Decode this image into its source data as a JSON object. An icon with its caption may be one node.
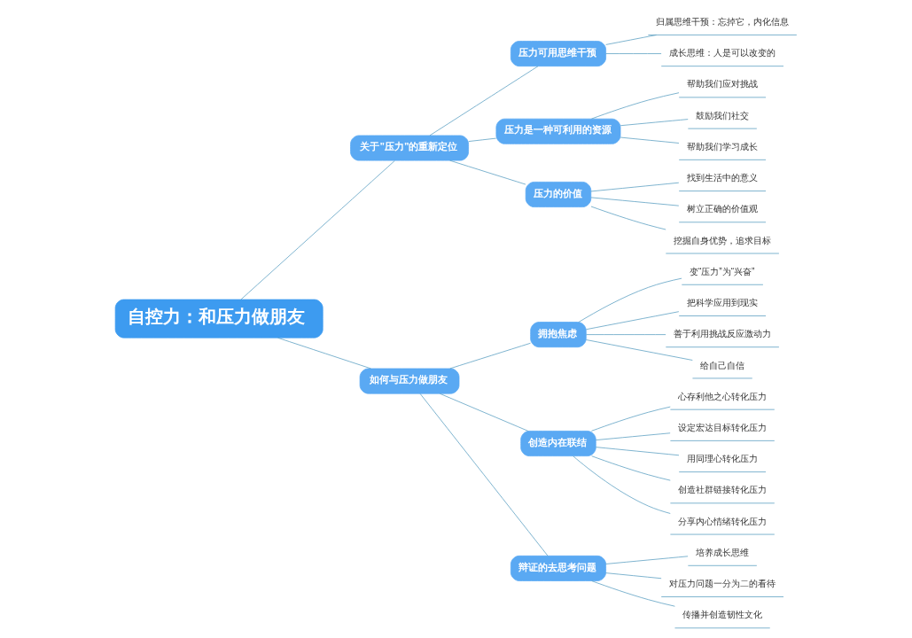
{
  "diagram": {
    "nodes": [
      {
        "text": [
          "自控力：和压力做朋友"
        ]
      },
      {
        "text": [
          "关于”压力”的重新定位"
        ]
      },
      {
        "text": [
          "压力可用思维干预"
        ]
      },
      {
        "text": [
          "归属思维干预：忘掉它，内化信息"
        ]
      },
      {
        "text": [
          "成长思维：人是可以改变的"
        ]
      },
      {
        "text": [
          "压力是一种可利用的资源"
        ]
      },
      {
        "text": [
          "帮助我们应对挑战"
        ]
      },
      {
        "text": [
          "鼓励我们社交"
        ]
      },
      {
        "text": [
          "帮助我们学习成长"
        ]
      },
      {
        "text": [
          "压力的价值"
        ]
      },
      {
        "text": [
          "找到生活中的意义"
        ]
      },
      {
        "text": [
          "树立正确的价值观"
        ]
      },
      {
        "text": [
          "挖掘自身优势，追求目标"
        ]
      },
      {
        "text": [
          "如何与压力做朋友"
        ]
      },
      {
        "text": [
          "拥抱焦虑"
        ]
      },
      {
        "text": [
          "变“压力”为“兴奋”"
        ]
      },
      {
        "text": [
          "把科学应用到现实"
        ]
      },
      {
        "text": [
          "善于利用挑战反应激动力"
        ]
      },
      {
        "text": [
          "给自己自信"
        ]
      },
      {
        "text": [
          "创造内在联结"
        ]
      },
      {
        "text": [
          "心存利他之心转化压力"
        ]
      },
      {
        "text": [
          "设定宏达目标转化压力"
        ]
      },
      {
        "text": [
          "用同理心转化压力"
        ]
      },
      {
        "text": [
          "创造社群链接转化压力"
        ]
      },
      {
        "text": [
          "分享内心情绪转化压力"
        ]
      },
      {
        "text": [
          "辩证的去思考问题"
        ]
      },
      {
        "text": [
          "培养成长思维"
        ]
      },
      {
        "text": [
          "对压力问题一分为二的看待"
        ]
      },
      {
        "text": [
          "传播并创造韧性文化"
        ]
      }
    ],
    "edges": [
      {
        "from": 0,
        "to": 1,
        "arrow": "none"
      },
      {
        "from": 1,
        "to": 2,
        "arrow": "none"
      },
      {
        "from": 2,
        "to": 3,
        "arrow": "none"
      },
      {
        "from": 2,
        "to": 4,
        "arrow": "none"
      },
      {
        "from": 1,
        "to": 5,
        "arrow": "none"
      },
      {
        "from": 5,
        "to": 6,
        "arrow": "none"
      },
      {
        "from": 5,
        "to": 7,
        "arrow": "none"
      },
      {
        "from": 5,
        "to": 8,
        "arrow": "none"
      },
      {
        "from": 1,
        "to": 9,
        "arrow": "none"
      },
      {
        "from": 9,
        "to": 10,
        "arrow": "none"
      },
      {
        "from": 9,
        "to": 11,
        "arrow": "none"
      },
      {
        "from": 9,
        "to": 12,
        "arrow": "none"
      },
      {
        "from": 0,
        "to": 13,
        "arrow": "none"
      },
      {
        "from": 13,
        "to": 14,
        "arrow": "none"
      },
      {
        "from": 14,
        "to": 15,
        "arrow": "none"
      },
      {
        "from": 14,
        "to": 16,
        "arrow": "none"
      },
      {
        "from": 14,
        "to": 17,
        "arrow": "none"
      },
      {
        "from": 14,
        "to": 18,
        "arrow": "none"
      },
      {
        "from": 13,
        "to": 19,
        "arrow": "none"
      },
      {
        "from": 19,
        "to": 20,
        "arrow": "none"
      },
      {
        "from": 19,
        "to": 21,
        "arrow": "none"
      },
      {
        "from": 19,
        "to": 22,
        "arrow": "none"
      },
      {
        "from": 19,
        "to": 23,
        "arrow": "none"
      },
      {
        "from": 19,
        "to": 24,
        "arrow": "none"
      },
      {
        "from": 13,
        "to": 25,
        "arrow": "none"
      },
      {
        "from": 25,
        "to": 26,
        "arrow": "none"
      },
      {
        "from": 25,
        "to": 27,
        "arrow": "none"
      },
      {
        "from": 25,
        "to": 28,
        "arrow": "none"
      }
    ]
  }
}
